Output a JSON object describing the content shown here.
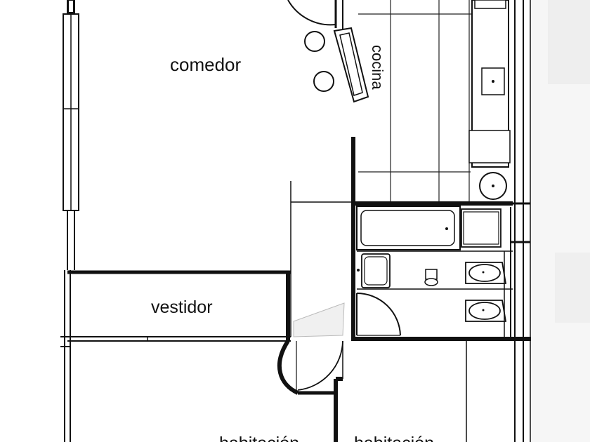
{
  "plan": {
    "rooms": {
      "comedor": "comedor",
      "cocina": "cocina",
      "vestidor": "vestidor",
      "habitacion_left": "habitación",
      "habitacion_right": "habitación"
    }
  },
  "colors": {
    "wall": "#111111",
    "line": "#222222",
    "background": "#ffffff",
    "faint_overlay": "#f2f2f2"
  }
}
